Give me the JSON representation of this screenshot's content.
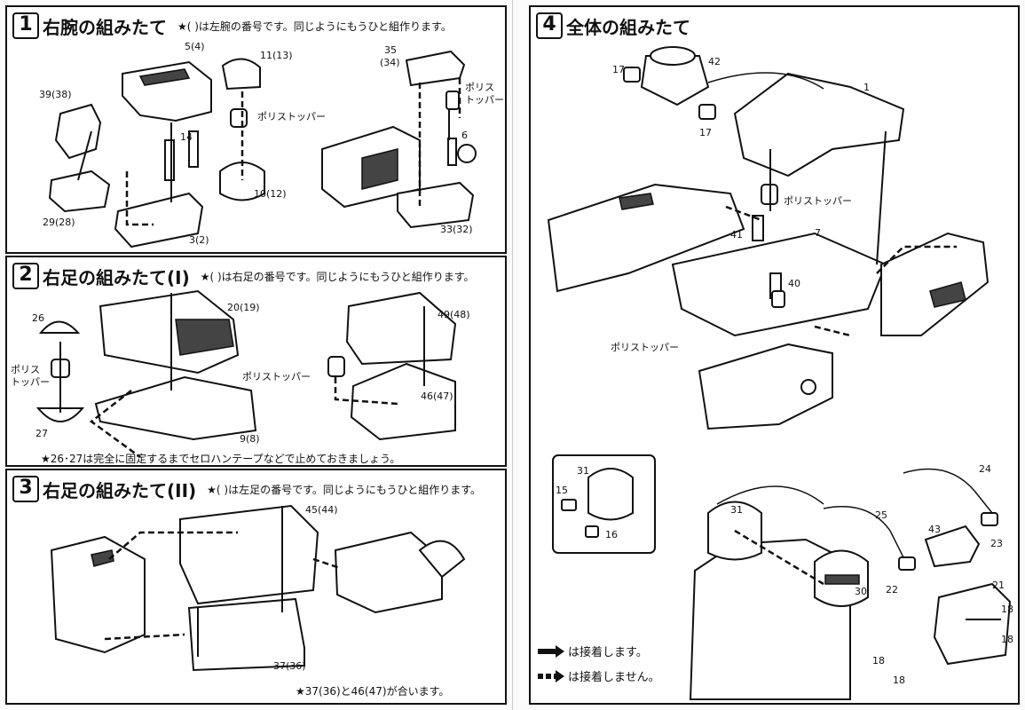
{
  "sections": {
    "s1": {
      "num": "1",
      "title": "右腕の組みたて",
      "note": "★( )は左腕の番号です。同じようにもうひと組作ります。",
      "labels": {
        "p5": "5(4)",
        "p11": "11(13)",
        "p35": "35",
        "p34": "(34)",
        "p39": "39(38)",
        "p14": "14",
        "p6": "6",
        "polyA": "ポリストッパー",
        "polyB": "ポリス",
        "polyB2": "トッパー",
        "p29": "29(28)",
        "p10": "10(12)",
        "p3": "3(2)",
        "p33": "33(32)"
      }
    },
    "s2": {
      "num": "2",
      "title": "右足の組みたて(I)",
      "note": "★( )は右足の番号です。同じようにもうひと組作ります。",
      "labels": {
        "p26": "26",
        "p20": "20(19)",
        "p49": "49(48)",
        "polyA": "ポリス",
        "polyA2": "トッパー",
        "polyB": "ポリストッパー",
        "p46": "46(47)",
        "p27": "27",
        "p9": "9(8)"
      },
      "footnote": "★26･27は完全に固定するまでセロハンテープなどで止めておきましょう。"
    },
    "s3": {
      "num": "3",
      "title": "右足の組みたて(II)",
      "note": "★( )は左足の番号です。同じようにもうひと組作ります。",
      "labels": {
        "p45": "45(44)",
        "p37": "37(36)"
      },
      "footnote": "★37(36)と46(47)が合います。"
    },
    "s4": {
      "num": "4",
      "title": "全体の組みたて",
      "labels": {
        "p17a": "17",
        "p42": "42",
        "p1": "1",
        "p17b": "17",
        "poly1": "ポリストッパー",
        "p41": "41",
        "p7": "7",
        "p40": "40",
        "poly2": "ポリストッパー",
        "p31a": "31",
        "p15": "15",
        "p16": "16",
        "p24": "24",
        "p31b": "31",
        "p25": "25",
        "p43": "43",
        "p23": "23",
        "p30": "30",
        "p22": "22",
        "p21": "21",
        "p18a": "18",
        "p18b": "18",
        "p18c": "18",
        "p18d": "18"
      },
      "legend": {
        "glue": "は接着します。",
        "noglue": "は接着しません。"
      }
    }
  }
}
